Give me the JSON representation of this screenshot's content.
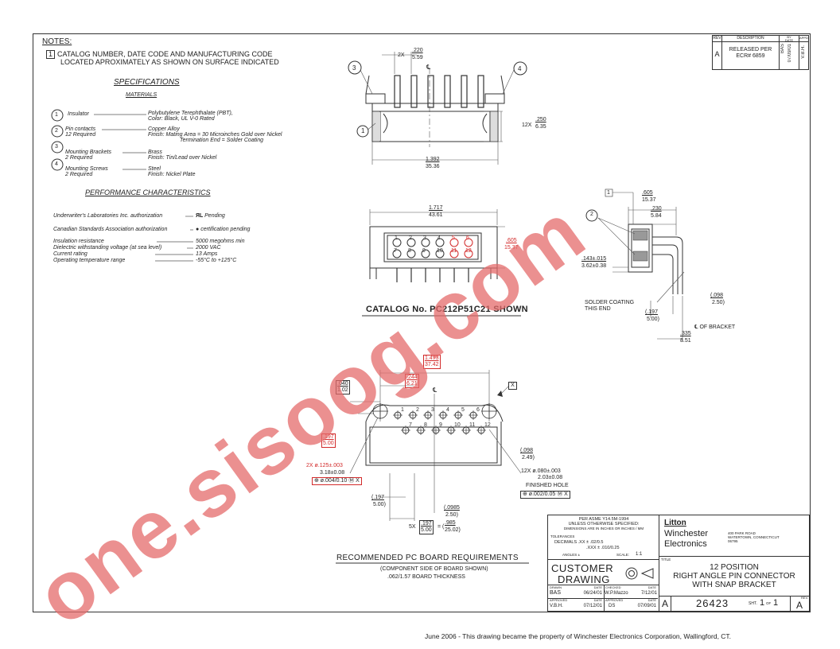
{
  "notes": {
    "title": "NOTES:",
    "note1_num": "1",
    "note1_line1": "CATALOG NUMBER, DATE CODE AND MANUFACTURING CODE",
    "note1_line2": "LOCATED APROXIMATELY AS SHOWN ON SURFACE INDICATED"
  },
  "specs": {
    "title": "SPECIFICATIONS",
    "materials": "MATERIALS",
    "items": [
      {
        "num": "1",
        "name": "Insulator",
        "name2": "",
        "value1": "Polybutylene Terephthalate (PBT),",
        "value2": "Color: Black, UL V-0 Rated"
      },
      {
        "num": "2",
        "name": "Pin contacts",
        "name2": "12 Required",
        "value1": "Copper Alloy",
        "value2": "Finish: Mating Area = 30 Microinches Gold over Nickel",
        "value3": "Termination End = Solder Coating"
      },
      {
        "num": "3",
        "name": "Mounting Brackets",
        "name2": "2 Required",
        "value1": "Brass",
        "value2": "Finish: Tin/Lead over Nickel"
      },
      {
        "num": "4",
        "name": "Mounting Screws",
        "name2": "2 Required",
        "value1": "Steel",
        "value2": "Finish: Nickel Plate"
      }
    ],
    "perf_title": "PERFORMANCE CHARACTERISTICS",
    "perf": [
      {
        "label": "Underwriter's  Laboratories Inc. authorization",
        "value": "Pending"
      },
      {
        "label": "Canadian Standards Association authorization",
        "value": "certification pending"
      },
      {
        "label": "Insulation resistance",
        "value": "5000 megohms min"
      },
      {
        "label": "Dielectric withstanding voltage (at sea level)",
        "value": "2000 VAC"
      },
      {
        "label": "Current rating",
        "value": "13 Amps"
      },
      {
        "label": "Operating temperature range",
        "value": "-55°C to +125°C"
      }
    ]
  },
  "revision": {
    "h_rev": "REV",
    "h_desc": "DESCRIPTION",
    "h_by": "BY",
    "h_date": "DATE",
    "h_appd": "APPD",
    "rev": "A",
    "desc1": "RELEASED PER",
    "desc2": "ECR# 6859",
    "by": "BAS",
    "date": "07/09/01",
    "appd": "V.B.H."
  },
  "top_view": {
    "callout3": "3",
    "callout4": "4",
    "callout1": "1",
    "dim_2x": "2X",
    "dim_pitch_in": ".220",
    "dim_pitch_mm": "5.59",
    "cl": "℄",
    "dim_12x": "12X",
    "dim_pin_in": ".250",
    "dim_pin_mm": "6.35",
    "dim_w_in": "1.392",
    "dim_w_mm": "35.36"
  },
  "front_view": {
    "dim_w_in": "1.717",
    "dim_w_mm": "43.61",
    "dim_h_in": ".605",
    "dim_h_mm": "15.37",
    "pins_top": [
      "1",
      "2",
      "3",
      "4",
      "5",
      "6"
    ],
    "pins_bottom": [
      "7",
      "8",
      "9",
      "10",
      "11",
      "12"
    ],
    "caption": "CATALOG No. PC212P51C21 SHOWN"
  },
  "side_view": {
    "callout1": "1",
    "callout2": "2",
    "dim_d_in": ".605",
    "dim_d_mm": "15.37",
    "dim_s_in": ".230",
    "dim_s_mm": "5.84",
    "dim_tail_in": ".143±.015",
    "dim_tail_mm": "3.62±0.38",
    "solder1": "SOLDER COATING",
    "solder2": "THIS END",
    "dim_a_in": ".098",
    "dim_a_mm": "2.50",
    "dim_b_in": ".197",
    "dim_b_mm": "5.00",
    "dim_c_in": ".335",
    "dim_c_mm": "8.51",
    "bracket": "℄ OF BRACKET"
  },
  "pcb": {
    "dim_span_in": "1.473",
    "dim_span_mm": "37.42",
    "dim_off_in": ".244",
    "dim_off_mm": "6.21",
    "dim_r_in": ".040",
    "dim_r_mm": "1.02",
    "dim_v_in": ".197",
    "dim_v_mm": "5.00",
    "datum_x": "X",
    "holes_top": [
      "1",
      "2",
      "3",
      "4",
      "5",
      "6"
    ],
    "holes_bottom": [
      "7",
      "8",
      "9",
      "10",
      "11",
      "12"
    ],
    "mount_hole": "2X  ø.125±.003",
    "mount_hole_mm": "3.18±0.08",
    "mount_tol": "⊕ ø.004/0.10 Ⓜ X",
    "pin_hole": "12X  ø.080±.003",
    "pin_hole_mm": "2.03±0.08",
    "finished": "FINISHED HOLE",
    "pin_tol": "⊕ ø.002/0.05 Ⓜ X",
    "dim_g_in": ".098",
    "dim_g_mm": "2.49",
    "dim_h_in": ".197",
    "dim_h_mm": "5.00",
    "dim_k_in": ".0985",
    "dim_k_mm": "2.50",
    "dim_5x": "5X",
    "dim_p_in": ".197",
    "dim_p_mm": "5.00",
    "dim_e_in": ".985",
    "dim_e_mm": "25.02",
    "title": "RECOMMENDED PC BOARD REQUIREMENTS",
    "sub1": "(COMPONENT SIDE OF BOARD SHOWN)",
    "sub2": ".062/1.57 BOARD THICKNESS"
  },
  "title_block": {
    "std1": "PER ASME Y14.5M-1994",
    "std2": "UNLESS OTHERWISE SPECIFIED:",
    "std3": "DIMENSIONS ARE IN INCHES OR INCHES / MM",
    "tol": "TOLERANCES",
    "dec": "DECIMALS  .XX ± .02/0.5",
    "dec2": ".XXX ± .010/0.25",
    "angles": "ANGLES ±",
    "scale_lbl": "SCALE:",
    "scale": "1:1",
    "customer": "CUSTOMER",
    "drawing": "DRAWING",
    "drawn_lbl": "DRAWN",
    "date_lbl": "DATE",
    "checked_lbl": "CHECKED",
    "approved_lbl": "APPROVED",
    "drawn": "BAS",
    "drawn_date": "06/24/01",
    "checked": "W.P.Mazzo",
    "checked_date": "7/12/01",
    "approved1": "V.B.H.",
    "approved1_date": "07/12/01",
    "approved2": "DS",
    "approved2_date": "07/09/01",
    "brand": "Litton",
    "company1": "Winchester",
    "company2": "Electronics",
    "addr1": "400 PARK ROAD",
    "addr2": "WATERTOWN, CONNECTICUT",
    "addr3": "06795",
    "title_lbl": "TITLE",
    "title1": "12 POSITION",
    "title2": "RIGHT ANGLE PIN CONNECTOR",
    "title3": "WITH SNAP BRACKET",
    "size": "A",
    "dwg_no": "26423",
    "sht": "SHT.",
    "sheet": "1",
    "of": "OF",
    "sheets": "1",
    "rev_lbl": "REV.",
    "rev": "A"
  },
  "footer": "June 2006 - This drawing became the property of Winchester Electronics Corporation, Wallingford, CT.",
  "watermark": "one.sisoog.com"
}
